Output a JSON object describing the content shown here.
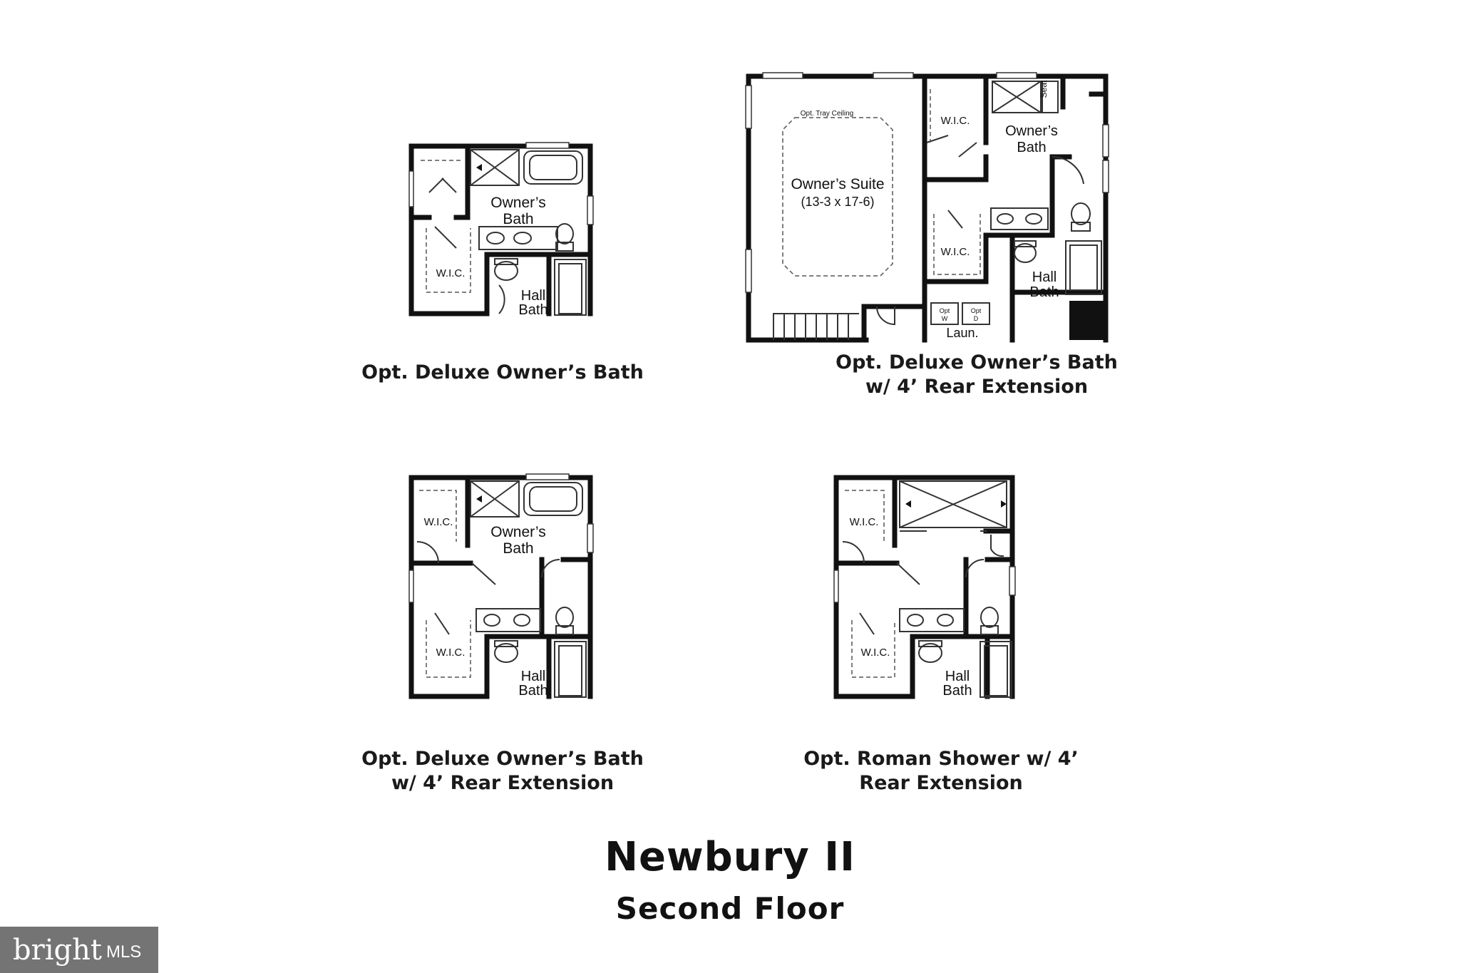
{
  "plans": [
    {
      "caption": [
        "Opt. Deluxe Owner’s Bath"
      ],
      "rooms": {
        "owners_bath": [
          "Owner’s",
          "Bath"
        ],
        "wic_1": "W.I.C.",
        "hall_bath": [
          "Hall",
          "Bath"
        ]
      }
    },
    {
      "caption": [
        "Opt. Deluxe Owner’s Bath",
        "w/ 4’ Rear Extension"
      ],
      "rooms": {
        "tray_ceiling": "Opt. Tray Ceiling",
        "owners_suite": [
          "Owner’s Suite",
          "(13-3 x 17-6)"
        ],
        "wic_1": "W.I.C.",
        "wic_2": "W.I.C.",
        "owners_bath": [
          "Owner’s",
          "Bath"
        ],
        "seat": "Seat",
        "hall_bath": [
          "Hall",
          "Bath"
        ],
        "laundry": "Laun.",
        "washer": [
          "Opt",
          "W"
        ],
        "dryer": [
          "Opt",
          "D"
        ]
      }
    },
    {
      "caption": [
        "Opt. Deluxe Owner’s Bath",
        "w/ 4’ Rear Extension"
      ],
      "rooms": {
        "wic_1": "W.I.C.",
        "wic_2": "W.I.C.",
        "owners_bath": [
          "Owner’s",
          "Bath"
        ],
        "hall_bath": [
          "Hall",
          "Bath"
        ]
      }
    },
    {
      "caption": [
        "Opt. Roman Shower w/ 4’",
        "Rear Extension"
      ],
      "rooms": {
        "wic_1": "W.I.C.",
        "wic_2": "W.I.C.",
        "hall_bath": [
          "Hall",
          "Bath"
        ]
      }
    }
  ],
  "title": "Newbury II",
  "subtitle": "Second Floor",
  "watermark": {
    "brand": "bright",
    "suffix": "MLS"
  },
  "colors": {
    "wall": "#111111",
    "line": "#333333",
    "badge": "#747474"
  }
}
